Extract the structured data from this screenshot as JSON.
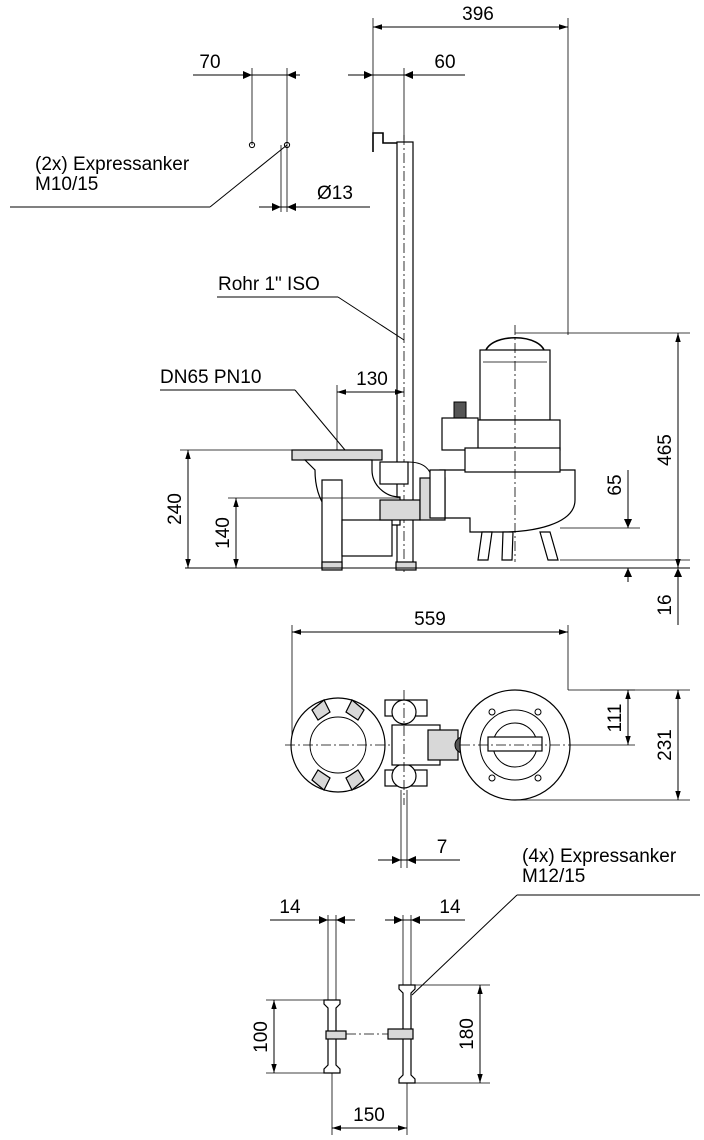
{
  "side_view": {
    "dim_overall_width": "396",
    "dim_anchor_spacing": "70",
    "dim_pipe_offset": "60",
    "dim_hole_diameter": "Ø13",
    "label_anchor_line1": "(2x) Expressanker",
    "label_anchor_line2": "M10/15",
    "label_pipe": "Rohr  1\" ISO",
    "label_flange": "DN65 PN10",
    "dim_flange_offset": "130",
    "dim_height_total": "465",
    "dim_flange_height": "240",
    "dim_outlet_height": "140",
    "dim_inlet_height": "65",
    "dim_foot_clearance": "16"
  },
  "top_view": {
    "dim_length": "559",
    "dim_half_depth": "111",
    "dim_depth": "231",
    "dim_pipe_gap": "7"
  },
  "base_view": {
    "label_anchor_line1": "(4x) Expressanker",
    "label_anchor_line2": "M12/15",
    "dim_left_width": "14",
    "dim_right_width": "14",
    "dim_left_height": "100",
    "dim_right_height": "180",
    "dim_spacing": "150"
  }
}
